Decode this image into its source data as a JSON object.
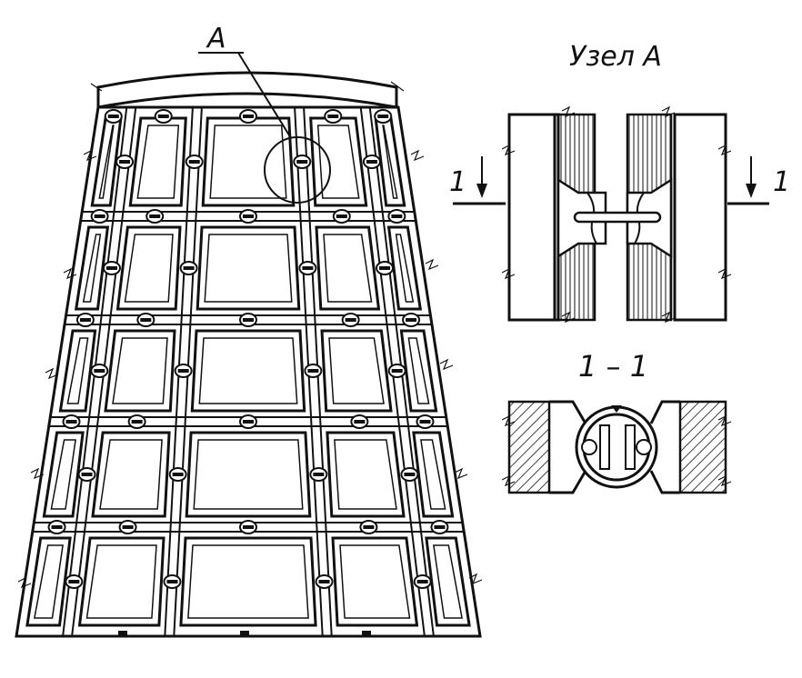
{
  "callout": {
    "label": "A"
  },
  "detail": {
    "title": "Узел А"
  },
  "section": {
    "mark_left": "1",
    "mark_right": "1",
    "title": "1 – 1"
  },
  "colors": {
    "ink": "#111111",
    "paper": "#ffffff"
  },
  "panel_grid": {
    "rows": 5,
    "columns": 5
  }
}
